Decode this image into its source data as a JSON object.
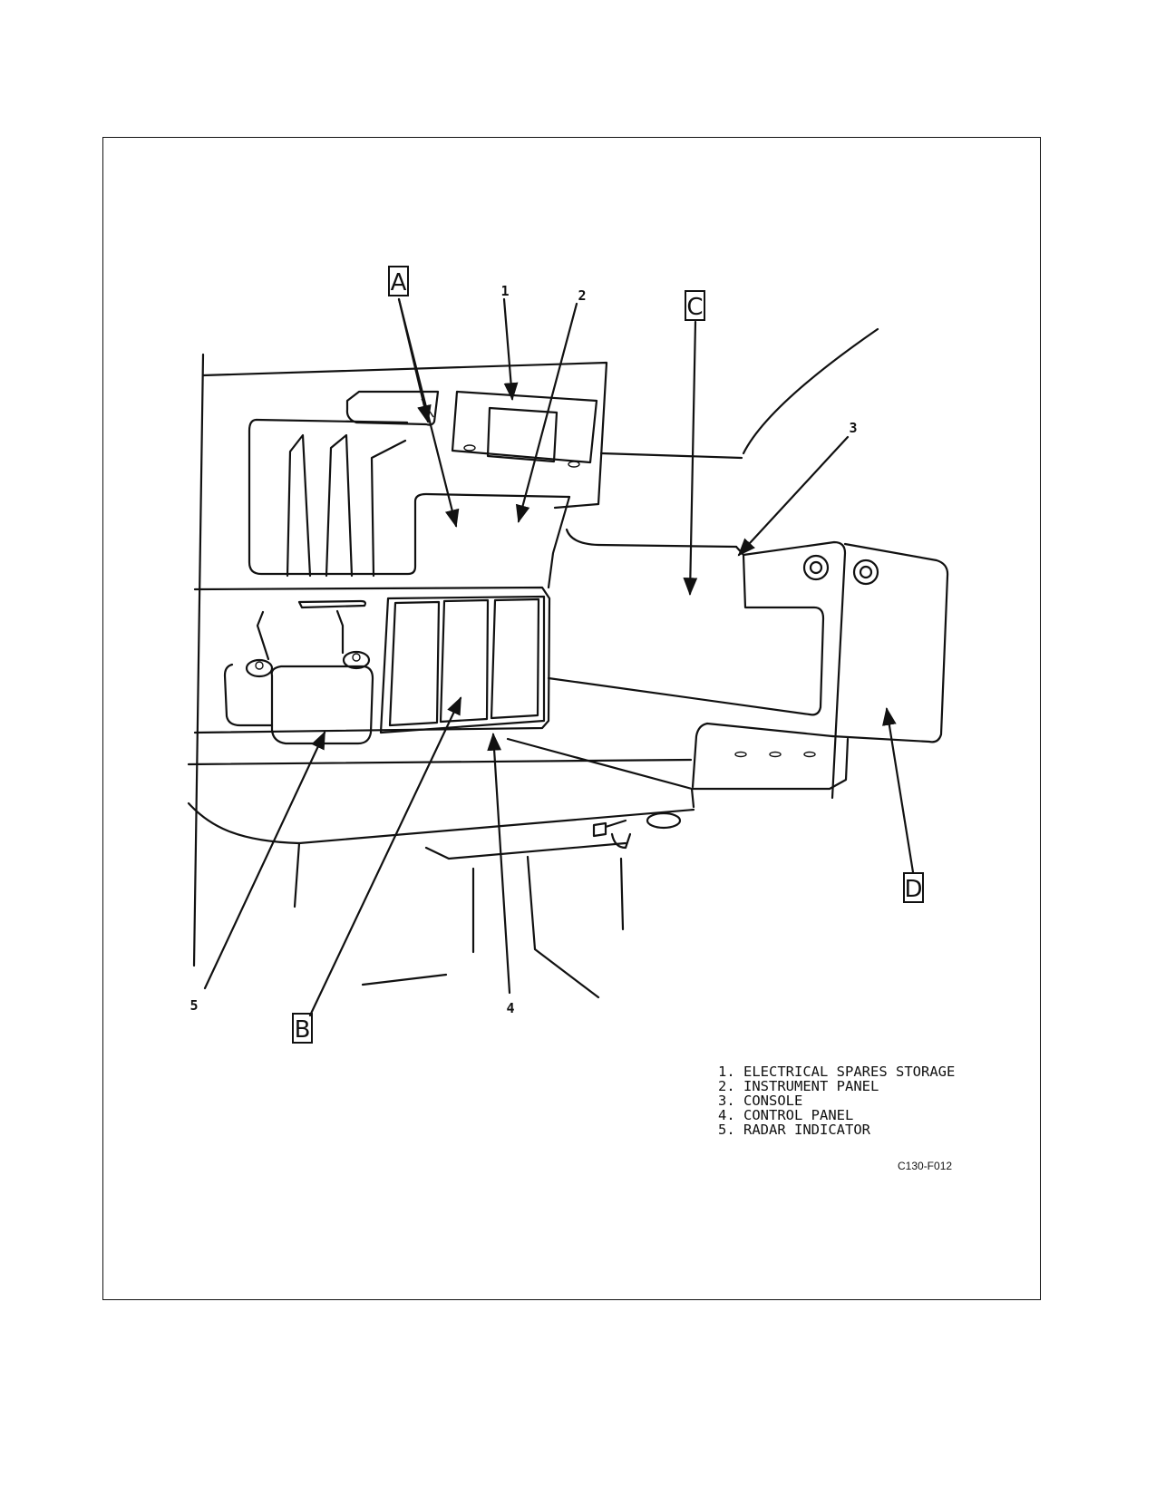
{
  "callouts": {
    "letters": [
      "A",
      "B",
      "C",
      "D"
    ],
    "numbers": [
      "1",
      "2",
      "3",
      "4",
      "5"
    ]
  },
  "legend": [
    {
      "num": "1.",
      "label": "ELECTRICAL SPARES STORAGE"
    },
    {
      "num": "2.",
      "label": "INSTRUMENT PANEL"
    },
    {
      "num": "3.",
      "label": "CONSOLE"
    },
    {
      "num": "4.",
      "label": "CONTROL PANEL"
    },
    {
      "num": "5.",
      "label": "RADAR INDICATOR"
    }
  ],
  "figure_id": "C130-F012"
}
